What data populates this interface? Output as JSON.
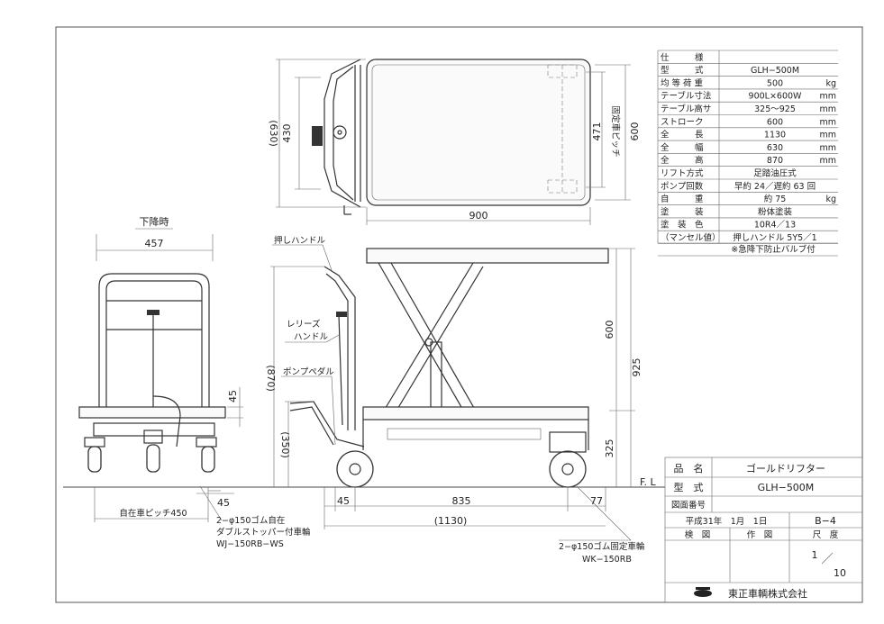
{
  "views": {
    "lowered_label": "下降時"
  },
  "top_view": {
    "dims": {
      "width_paren": "(630)",
      "width_inner": "430",
      "pitch": "471",
      "pitch_label": "固定車ピッチ",
      "table_width": "600",
      "length": "900"
    }
  },
  "side_view": {
    "labels": {
      "push_handle": "押しハンドル",
      "release_handle": "レリーズ\nハンドル",
      "pump_pedal": "ポンプペダル",
      "fixed_wheel": "2−φ150ゴム固定車輪",
      "fixed_wheel_model": "WK−150RB"
    },
    "dims": {
      "overall_height_paren": "(870)",
      "pedal_height_paren": "(350)",
      "lift_stroke": "600",
      "max_height": "925",
      "min_height": "325",
      "front_gap": "45",
      "wheelbase": "835",
      "rear_gap": "77",
      "overall_length_paren": "(1130)",
      "floor_label": "F. L"
    }
  },
  "front_view": {
    "dims": {
      "width": "457",
      "side_45": "45",
      "bottom_45": "45",
      "caster_pitch_label": "自在車ピッチ450"
    },
    "labels": {
      "caster": "2−φ150ゴム自在",
      "caster_line2": "ダブルストッパー付車輪",
      "caster_model": "WJ−150RB−WS"
    }
  },
  "spec_table": {
    "rows": [
      {
        "k": "仕　　　様",
        "v": "",
        "u": ""
      },
      {
        "k": "型　　　式",
        "v": "GLH−500M",
        "u": ""
      },
      {
        "k": "均 等 荷 重",
        "v": "500",
        "u": "kg"
      },
      {
        "k": "テーブル寸法",
        "v": "900L×600W",
        "u": "mm"
      },
      {
        "k": "テーブル高サ",
        "v": "325〜925",
        "u": "mm"
      },
      {
        "k": "ストローク",
        "v": "600",
        "u": "mm"
      },
      {
        "k": "全　　　長",
        "v": "1130",
        "u": "mm"
      },
      {
        "k": "全　　　幅",
        "v": "630",
        "u": "mm"
      },
      {
        "k": "全　　　高",
        "v": "870",
        "u": "mm"
      },
      {
        "k": "リフト方式",
        "v": "足踏油圧式",
        "u": ""
      },
      {
        "k": "ポンプ回数",
        "v": "早約 24／遅約 63 回",
        "u": ""
      },
      {
        "k": "自　　　重",
        "v": "約 75",
        "u": "kg"
      },
      {
        "k": "塗　　　装",
        "v": "粉体塗装",
        "u": ""
      },
      {
        "k": "塗　装　色",
        "v": "10R4／13",
        "u": ""
      },
      {
        "k": "（マンセル値）",
        "v": "押しハンドル 5Y5／1",
        "u": ""
      }
    ],
    "note": "※急降下防止バルブ付"
  },
  "title_block": {
    "name_label": "品　名",
    "name_value": "ゴールドリフター",
    "model_label": "型　式",
    "model_value": "GLH−500M",
    "drawing_no_label": "図面番号",
    "drawing_no_value": "",
    "date": "平成31年　1月　1日",
    "sheet": "B−4",
    "inspected": "検　図",
    "drawn": "作　図",
    "scale": "尺　度",
    "scale_num": "1",
    "scale_den": "10",
    "company": "東正車輌株式会社"
  }
}
